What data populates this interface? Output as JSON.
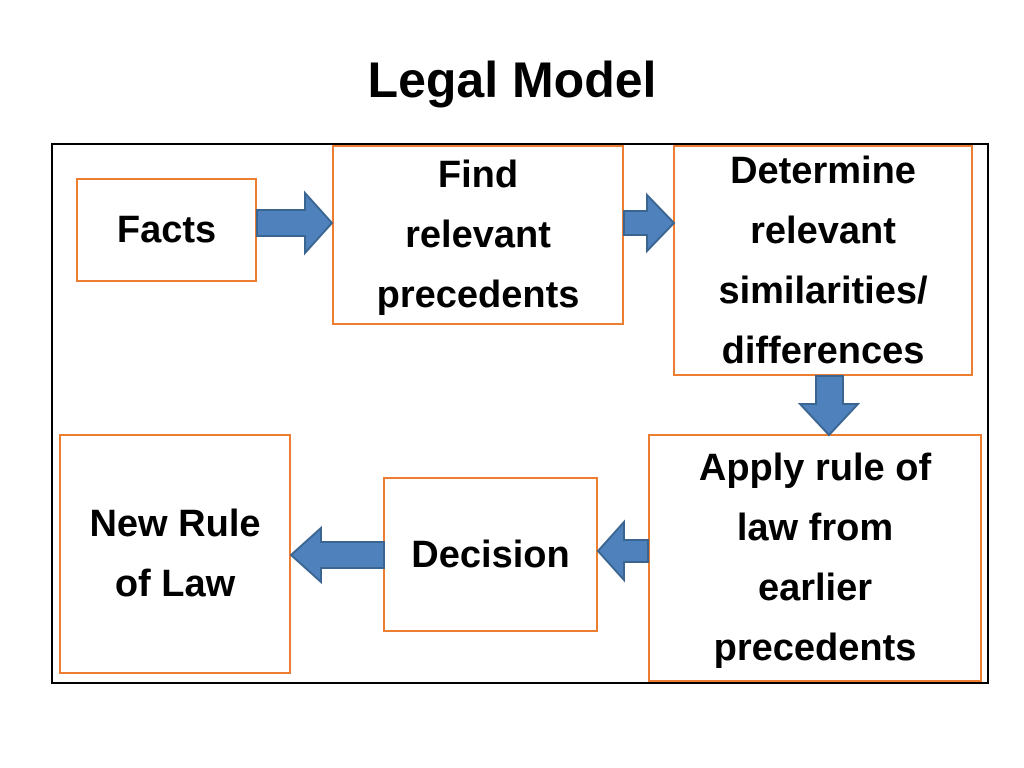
{
  "title": "Legal Model",
  "colors": {
    "box_border": "#ED7D31",
    "arrow_fill": "#4F81BD",
    "arrow_stroke": "#3A6591",
    "frame": "#000000"
  },
  "nodes": {
    "facts": "Facts",
    "find_precedents": "Find\nrelevant\nprecedents",
    "determine": "Determine\nrelevant\nsimilarities/\ndifferences",
    "apply_rule": "Apply rule of\nlaw from\nearlier\nprecedents",
    "decision": "Decision",
    "new_rule": "New Rule\nof Law"
  }
}
